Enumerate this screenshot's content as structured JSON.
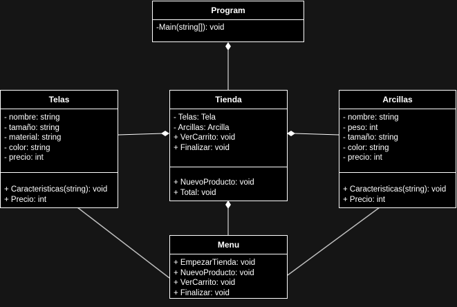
{
  "colors": {
    "background": "#151515",
    "box_fill": "#000000",
    "stroke": "#ffffff",
    "connector": "#bdbdbd"
  },
  "classes": {
    "program": {
      "name": "Program",
      "attributes": [],
      "methods": [
        "-Main(string[]): void"
      ]
    },
    "telas": {
      "name": "Telas",
      "attributes": [
        "- nombre: string",
        "- tamaño: string",
        "- material: string",
        "- color: string",
        "- precio: int"
      ],
      "methods": [
        "+ Caracteristicas(string): void",
        "+ Precio: int"
      ]
    },
    "tienda": {
      "name": "Tienda",
      "attributes": [
        "- Telas: Tela",
        "- Arcillas: Arcilla",
        "+ VerCarrito: void",
        "+ Finalizar: void"
      ],
      "methods": [
        "+ NuevoProducto: void",
        "+ Total: void"
      ]
    },
    "arcillas": {
      "name": "Arcillas",
      "attributes": [
        "- nombre: string",
        "- peso: int",
        "- tamaño: string",
        "- color: string",
        "- precio: int"
      ],
      "methods": [
        "+ Caracteristicas(string): void",
        "+ Precio: int"
      ]
    },
    "menu": {
      "name": "Menu",
      "attributes": [],
      "methods": [
        "+ EmpezarTienda: void",
        "+ NuevoProducto: void",
        "+ VerCarrito: void",
        "+ Finalizar: void"
      ]
    }
  },
  "relations": [
    {
      "from": "program",
      "to": "tienda",
      "type": "composition"
    },
    {
      "from": "tienda",
      "to": "telas",
      "type": "composition"
    },
    {
      "from": "tienda",
      "to": "arcillas",
      "type": "composition"
    },
    {
      "from": "tienda",
      "to": "menu",
      "type": "composition"
    },
    {
      "from": "telas",
      "to": "menu",
      "type": "association"
    },
    {
      "from": "arcillas",
      "to": "menu",
      "type": "association"
    }
  ]
}
